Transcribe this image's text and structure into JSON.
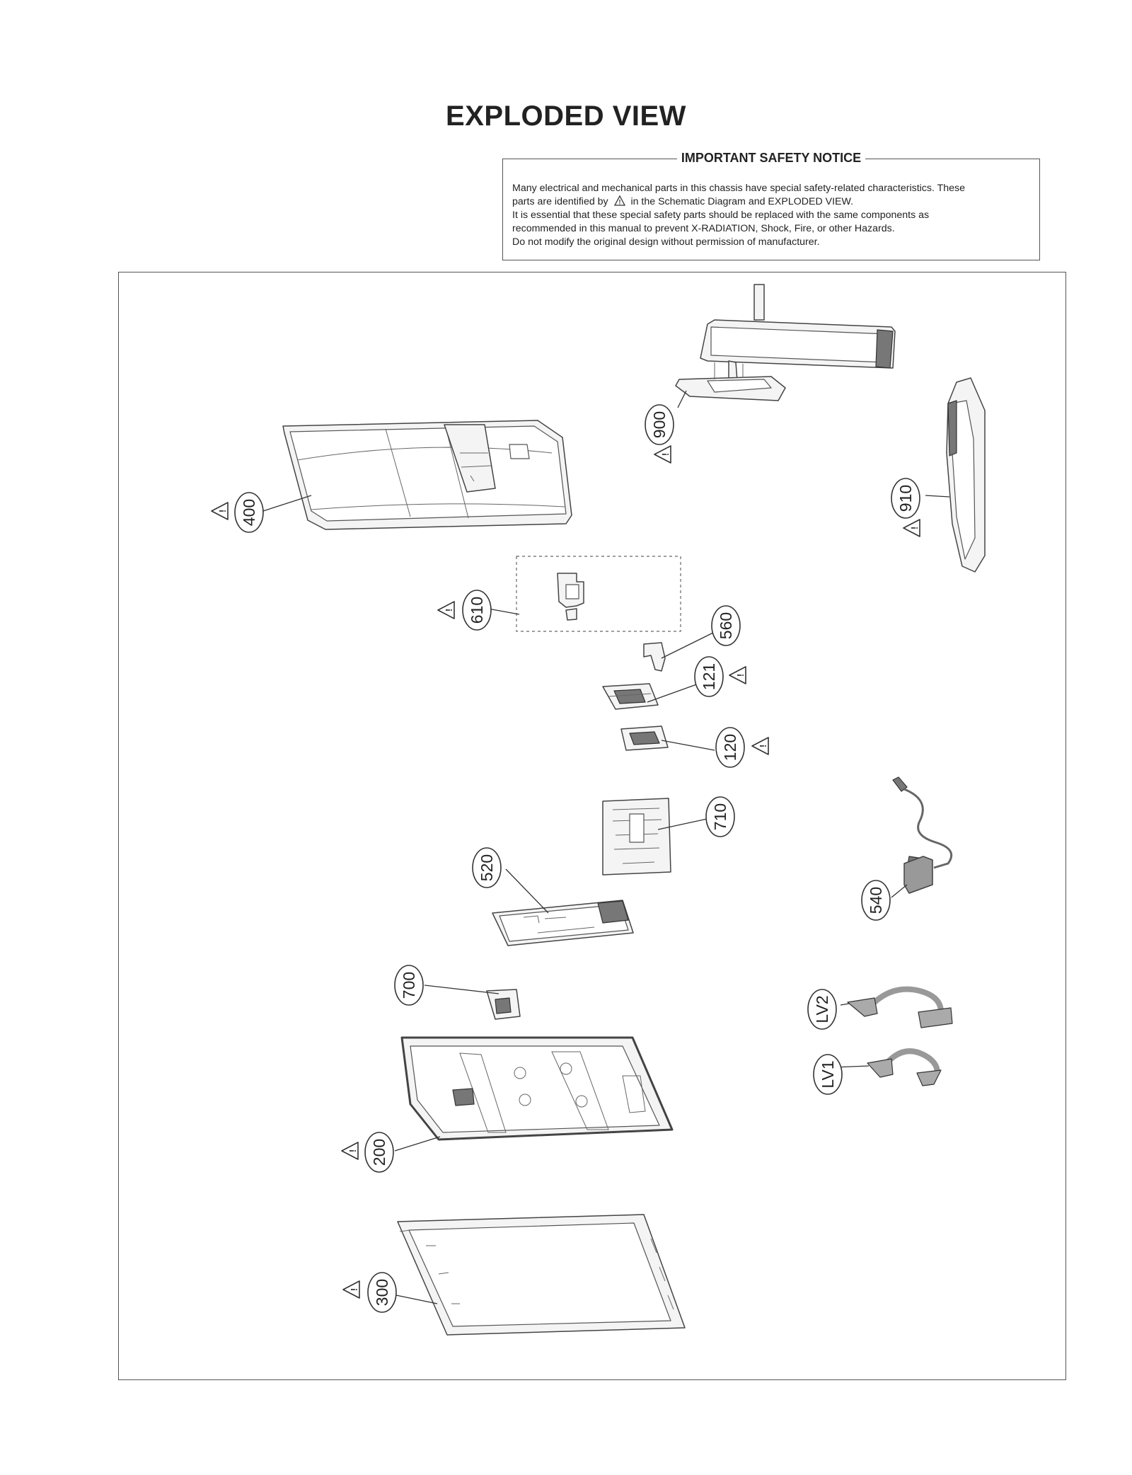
{
  "title": "EXPLODED VIEW",
  "notice": {
    "heading": "IMPORTANT SAFETY NOTICE",
    "line1": "Many electrical and mechanical parts in this chassis have special safety-related characteristics. These",
    "line2_before": "parts are identified by",
    "line2_after": "in the Schematic Diagram and EXPLODED VIEW.",
    "line3": "It is essential that these special safety parts should be replaced with the same components as",
    "line4": "recommended in this manual to prevent X-RADIATION, Shock, Fire, or other Hazards.",
    "line5": "Do not modify the original design without permission of manufacturer.",
    "safety_symbol": "warning-triangle-icon"
  },
  "parts": [
    {
      "id": "900",
      "label": "900",
      "safety": true
    },
    {
      "id": "910",
      "label": "910",
      "safety": true
    },
    {
      "id": "400",
      "label": "400",
      "safety": true
    },
    {
      "id": "610",
      "label": "610",
      "safety": true
    },
    {
      "id": "560",
      "label": "560",
      "safety": false
    },
    {
      "id": "121",
      "label": "121",
      "safety": true
    },
    {
      "id": "120",
      "label": "120",
      "safety": true
    },
    {
      "id": "710",
      "label": "710",
      "safety": false
    },
    {
      "id": "520",
      "label": "520",
      "safety": false
    },
    {
      "id": "540",
      "label": "540",
      "safety": false
    },
    {
      "id": "700",
      "label": "700",
      "safety": false
    },
    {
      "id": "LV2",
      "label": "LV2",
      "safety": false
    },
    {
      "id": "LV1",
      "label": "LV1",
      "safety": false
    },
    {
      "id": "200",
      "label": "200",
      "safety": true
    },
    {
      "id": "300",
      "label": "300",
      "safety": true
    }
  ],
  "warning_mark": "!"
}
